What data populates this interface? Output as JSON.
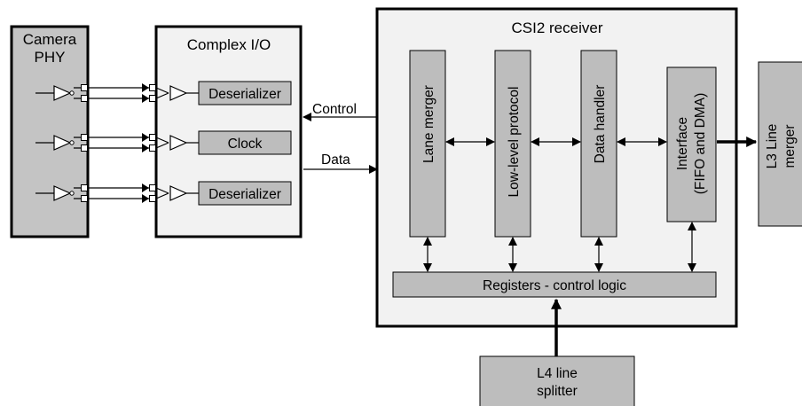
{
  "camera_phy": {
    "line1": "Camera",
    "line2": "PHY"
  },
  "complex_io": {
    "title": "Complex I/O",
    "lanes": [
      "Deserializer",
      "Clock",
      "Deserializer"
    ]
  },
  "csi2_receiver": {
    "title": "CSI2 receiver",
    "blocks": {
      "lane_merger": "Lane merger",
      "low_level_protocol": "Low-level protocol",
      "data_handler": "Data handler",
      "interface_line1": "Interface",
      "interface_line2": "(FIFO and DMA)"
    },
    "registers": "Registers - control logic"
  },
  "signals": {
    "control": "Control",
    "data": "Data"
  },
  "l3_line_merger": {
    "line1": "L3 Line",
    "line2": "merger"
  },
  "l4_line_splitter": {
    "line1": "L4 line",
    "line2": "splitter"
  },
  "colors": {
    "block_fill": "#bdbdbd",
    "container_fill": "#f2f2f2",
    "camera_fill": "#c4c4c4",
    "stroke": "#000000"
  }
}
